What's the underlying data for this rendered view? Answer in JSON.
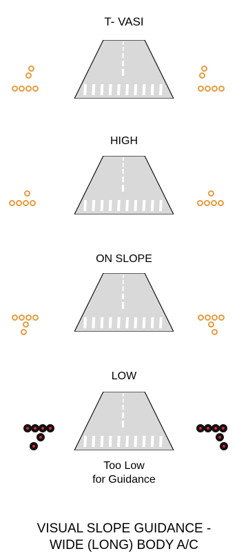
{
  "title": "T- VASI",
  "colors": {
    "light_white_ring": "#e89a3c",
    "light_red": "#e0223a",
    "light_dark": "#111111",
    "runway_fill": "#d9d9d9"
  },
  "sections": [
    {
      "caption_lines": [
        "HIGH"
      ],
      "pattern": "high",
      "light_color": "white"
    },
    {
      "caption_lines": [
        "ON SLOPE"
      ],
      "pattern": "on_slope",
      "light_color": "white"
    },
    {
      "caption_lines": [
        "LOW"
      ],
      "pattern": "low",
      "light_color": "white"
    },
    {
      "caption_lines": [
        "Too Low",
        "for Guidance"
      ],
      "pattern": "too_low",
      "light_color": "red"
    }
  ],
  "footer_lines": [
    "VISUAL SLOPE GUIDANCE -",
    "WIDE (LONG) BODY A/C"
  ]
}
